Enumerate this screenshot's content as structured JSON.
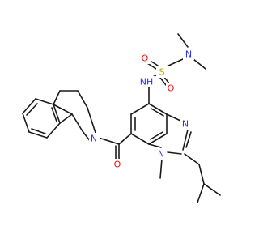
{
  "colors": {
    "bond": "#1a1a1a",
    "carbon": "#1a1a1a",
    "nitrogen": "#2e2ef0",
    "oxygen": "#ee1111",
    "sulfur": "#b8a000"
  },
  "molecule": {
    "atoms": {
      "n_dimethyl": "N",
      "s_sulfonyl": "S",
      "o_sulfonyl_top": "O",
      "o_sulfonyl_bottom": "O",
      "nh_sulfonamide": "NH",
      "n_imidazole_3": "N",
      "n_imidazole_1": "N",
      "n_isoquinoline": "N",
      "o_carbonyl": "O"
    }
  }
}
